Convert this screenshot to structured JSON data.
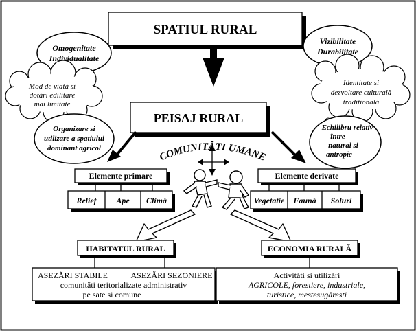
{
  "title": "SPATIUL RURAL",
  "subtitle": "PEISAJ RURAL",
  "left_bubbles": {
    "top": [
      "Omogenitate",
      "Individualitate"
    ],
    "thought": [
      "Mod de viată si",
      "dotări edilitare",
      "mai limitate"
    ],
    "bottom": [
      "Organizare si",
      "utilizare a spatiului",
      "dominant agricol"
    ]
  },
  "right_bubbles": {
    "top": [
      "Vizibilitate",
      "Durabilitate"
    ],
    "thought": [
      "Identitate si",
      "dezvoltare culturală",
      "traditională"
    ],
    "bottom": [
      "Echilibru relativ",
      "între",
      "natural si",
      "antropic"
    ]
  },
  "communities_label": "COMUNITĂTI UMANE",
  "primary": {
    "label": "Elemente primare",
    "items": [
      "Relief",
      "Ape",
      "Climă"
    ]
  },
  "derived": {
    "label": "Elemente derivate",
    "items": [
      "Vegetatie",
      "Faună",
      "Soluri"
    ]
  },
  "habitat": {
    "label": "HABITATUL RURAL",
    "col1": "ASEZĂRI STABILE",
    "col2": "ASEZĂRI SEZONIERE",
    "line2": "comunităti teritorializate administrativ",
    "line3": "pe sate si comune"
  },
  "economy": {
    "label": "ECONOMIA RURALĂ",
    "line1": "Activităti si utilizări",
    "line2": "AGRICOLE, forestiere, industriale,",
    "line3": "turistice, mestesugăresti"
  }
}
